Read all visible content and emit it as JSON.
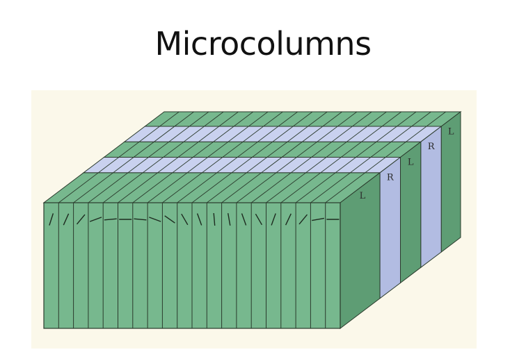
{
  "slide": {
    "title": "Microcolumns"
  },
  "figure": {
    "colors": {
      "green": "#77b88e",
      "green_dark": "#5e9d74",
      "blue": "#c9d1ef",
      "blue_dark": "#b2bce2",
      "paper": "#fbf8ea",
      "line": "#2a3a2c"
    },
    "layer_labels": [
      "L",
      "R",
      "L",
      "R",
      "L"
    ]
  }
}
